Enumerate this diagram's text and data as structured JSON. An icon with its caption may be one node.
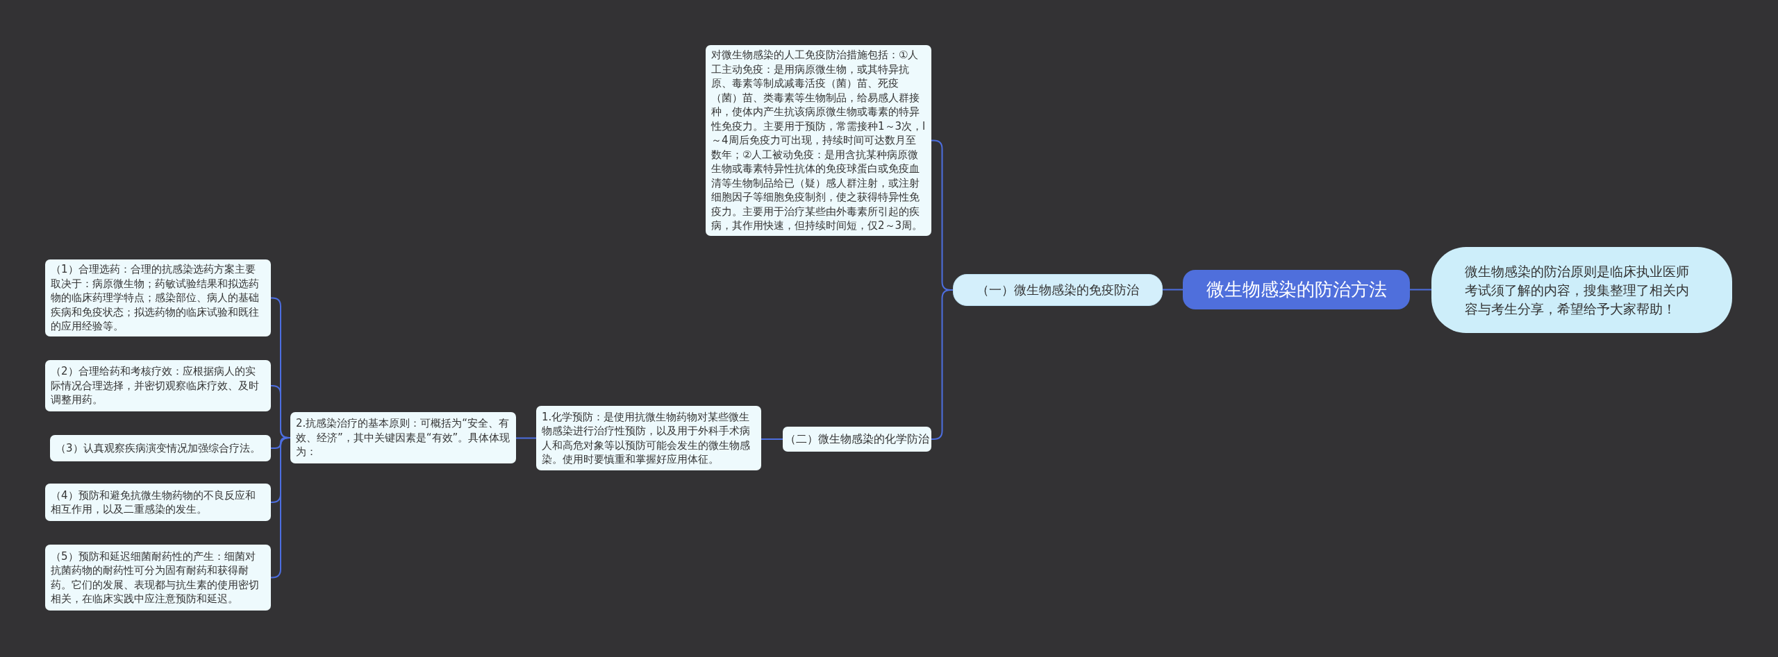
{
  "diagram": {
    "nodes": [
      {
        "text": [
          "微生物感染的防治方法"
        ]
      },
      {
        "text": [
          "微生物感染的防治原则是临床执业医师考试须了解的内容，搜集整理了相关内容与考生分享，希望给予大家帮助！"
        ]
      },
      {
        "text": [
          "（一）微生物感染的免疫防治"
        ]
      },
      {
        "text": [
          "对微生物感染的人工免疫防治措施包括：①人工主动免疫：是用病原微生物，或其特异抗原、毒素等制成减毒活疫（菌）苗、死疫（菌）苗、类毒素等生物制品，给易感人群接种，使体内产生抗该病原微生物或毒素的特异性免疫力。主要用于预防，常需接种1～3次，l～4周后免疫力可出现，持续时间可达数月至数年；②人工被动免疫：是用含抗某种病原微生物或毒素特异性抗体的免疫球蛋白或免疫血清等生物制品给已（疑）感人群注射，或注射细胞因子等细胞免疫制剂，使之获得特异性免疫力。主要用于治疗某些由外毒素所引起的疾病，其作用快速，但持续时间短，仅2～3周。"
        ]
      },
      {
        "text": [
          "（二）微生物感染的化学防治"
        ]
      },
      {
        "text": [
          "1.化学预防：是使用抗微生物药物对某些微生物感染进行治疗性预防，以及用于外科手术病人和高危对象等以预防可能会发生的微生物感染。使用时要慎重和掌握好应用体征。"
        ]
      },
      {
        "text": [
          "2.抗感染治疗的基本原则：可概括为“安全、有效、经济”，其中关键因素是“有效”。具体体现为："
        ]
      },
      {
        "text": [
          "（1）合理选药：合理的抗感染选药方案主要取决于：病原微生物；药敏试验结果和拟选药物的临床药理学特点；感染部位、病人的基础疾病和免疫状态；拟选药物的临床试验和既往的应用经验等。"
        ]
      },
      {
        "text": [
          "（2）合理给药和考核疗效：应根据病人的实际情况合理选择，并密切观察临床疗效、及时调整用药。"
        ]
      },
      {
        "text": [
          "（3）认真观察疾病演变情况加强综合疗法。"
        ]
      },
      {
        "text": [
          "（4）预防和避免抗微生物药物的不良反应和相互作用，以及二重感染的发生。"
        ]
      },
      {
        "text": [
          "（5）预防和延迟细菌耐药性的产生：细菌对抗菌药物的耐药性可分为固有耐药和获得耐药。它们的发展、表现都与抗生素的使用密切相关，在临床实践中应注意预防和延迟。"
        ]
      }
    ],
    "edges": [
      {
        "from": 0,
        "to": 1,
        "arrow": "none"
      },
      {
        "from": 0,
        "to": 2,
        "arrow": "none"
      },
      {
        "from": 2,
        "to": 3,
        "arrow": "none"
      },
      {
        "from": 2,
        "to": 4,
        "arrow": "none"
      },
      {
        "from": 4,
        "to": 5,
        "arrow": "none"
      },
      {
        "from": 5,
        "to": 6,
        "arrow": "none"
      },
      {
        "from": 6,
        "to": 7,
        "arrow": "none"
      },
      {
        "from": 6,
        "to": 8,
        "arrow": "none"
      },
      {
        "from": 6,
        "to": 9,
        "arrow": "none"
      },
      {
        "from": 6,
        "to": 10,
        "arrow": "none"
      },
      {
        "from": 6,
        "to": 11,
        "arrow": "none"
      }
    ]
  }
}
